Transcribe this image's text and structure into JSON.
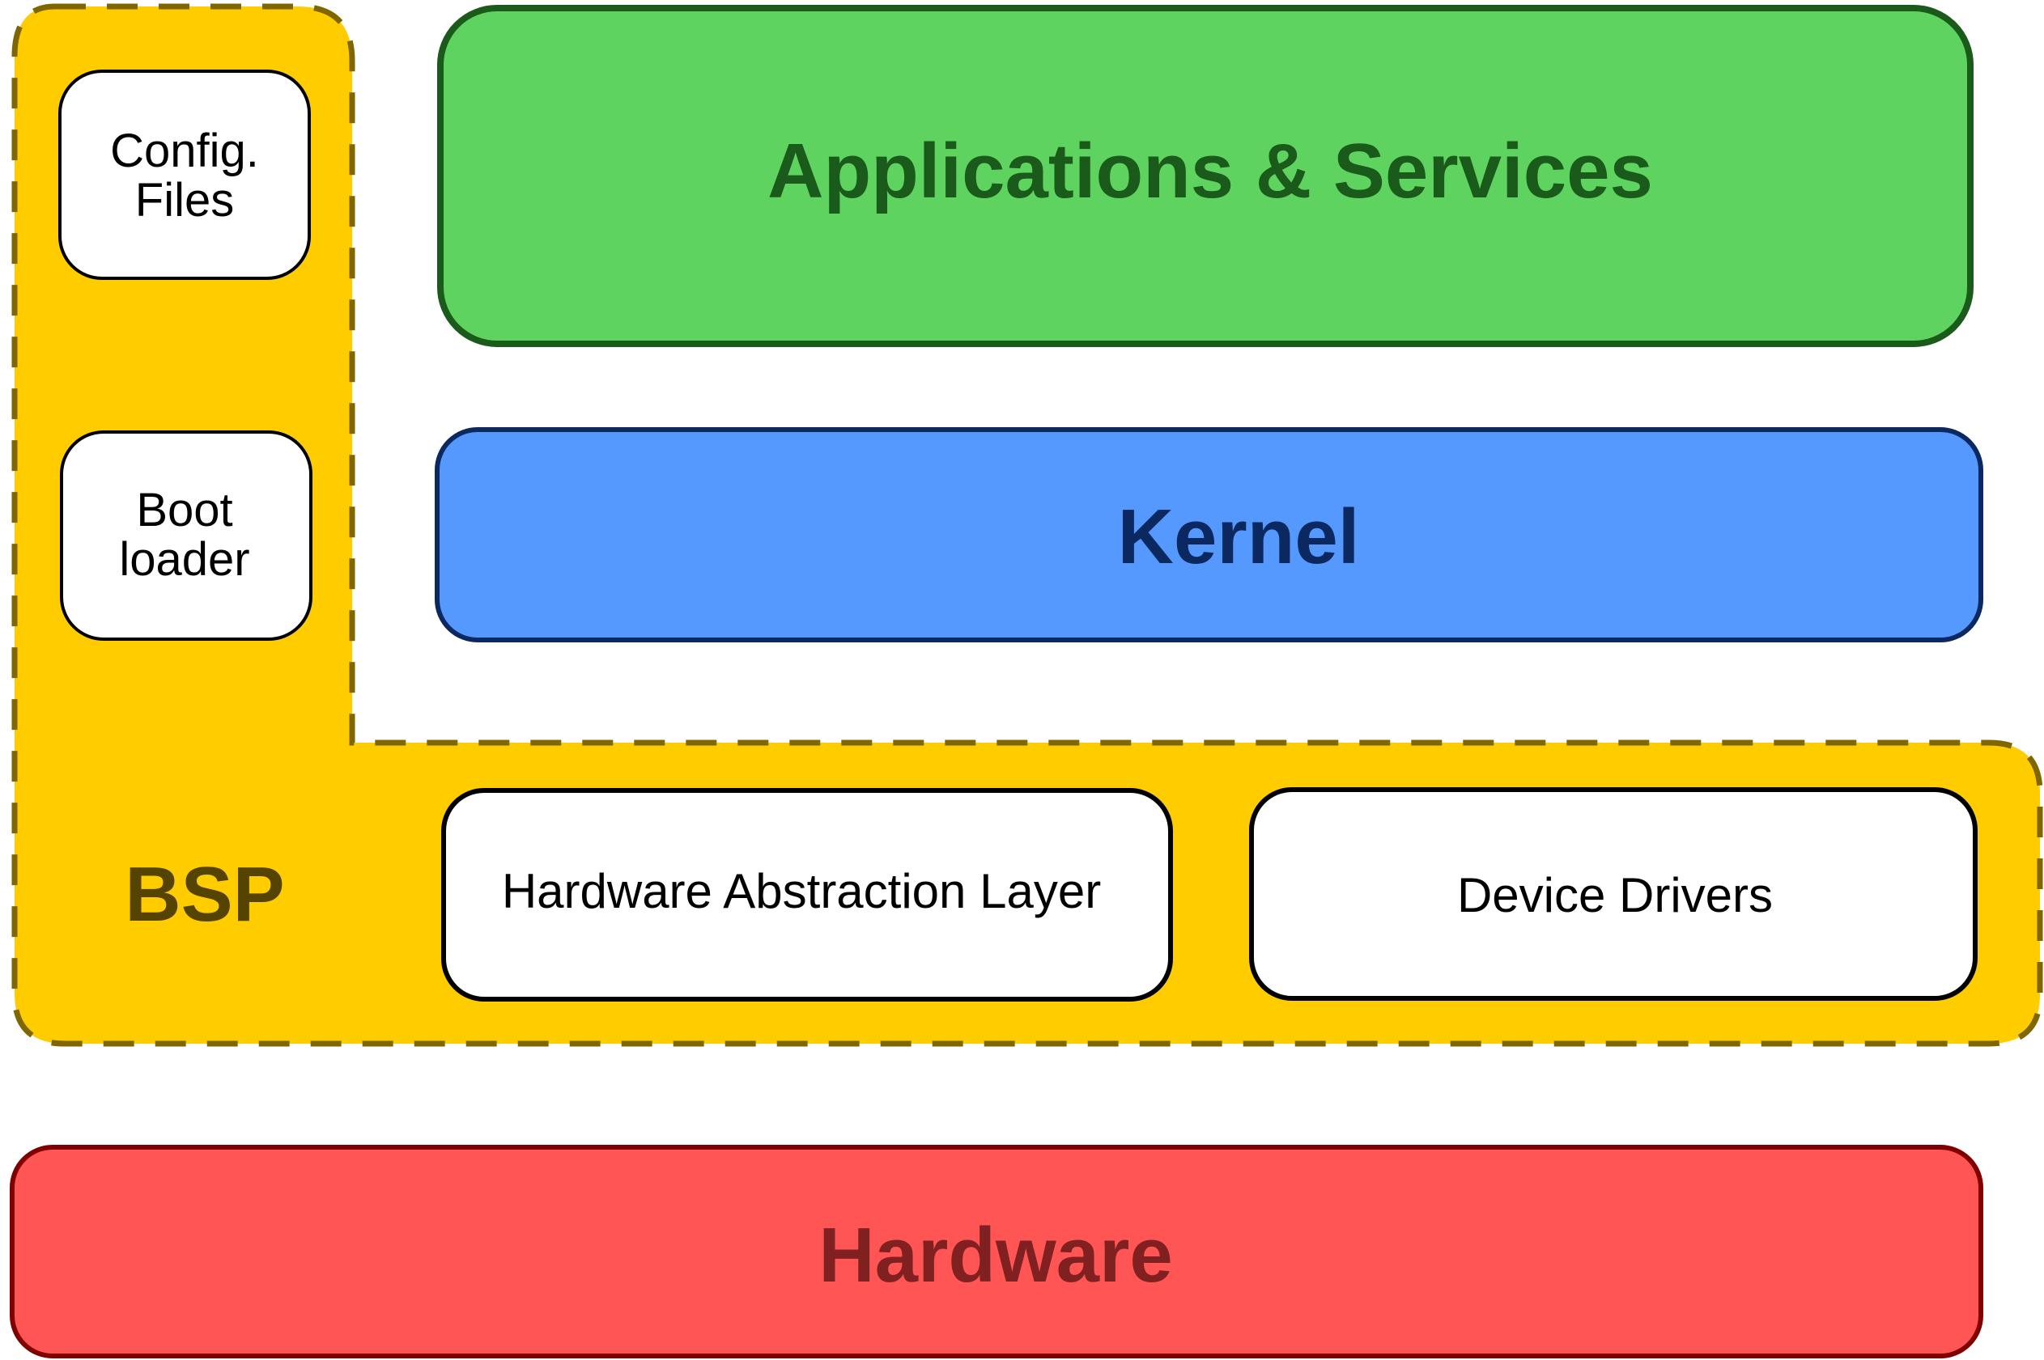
{
  "layers": {
    "applications": {
      "label": "Applications & Services",
      "fill": "#5fd35f",
      "stroke": "#1a5a1a",
      "text_color": "#1a5a1a"
    },
    "kernel": {
      "label": "Kernel",
      "fill": "#5599ff",
      "stroke": "#0b2960",
      "text_color": "#0b2960"
    },
    "hardware": {
      "label": "Hardware",
      "fill": "#ff5555",
      "stroke": "#800000",
      "text_color": "#802020"
    }
  },
  "bsp": {
    "label": "BSP",
    "fill": "#ffcc00",
    "stroke": "#806600",
    "text_color": "#554400",
    "components": {
      "config_files": {
        "line1": "Config.",
        "line2": "Files"
      },
      "boot_loader": {
        "line1": "Boot",
        "line2": "loader"
      },
      "hal": {
        "label": "Hardware Abstraction Layer"
      },
      "device_drivers": {
        "label": "Device Drivers"
      }
    }
  }
}
